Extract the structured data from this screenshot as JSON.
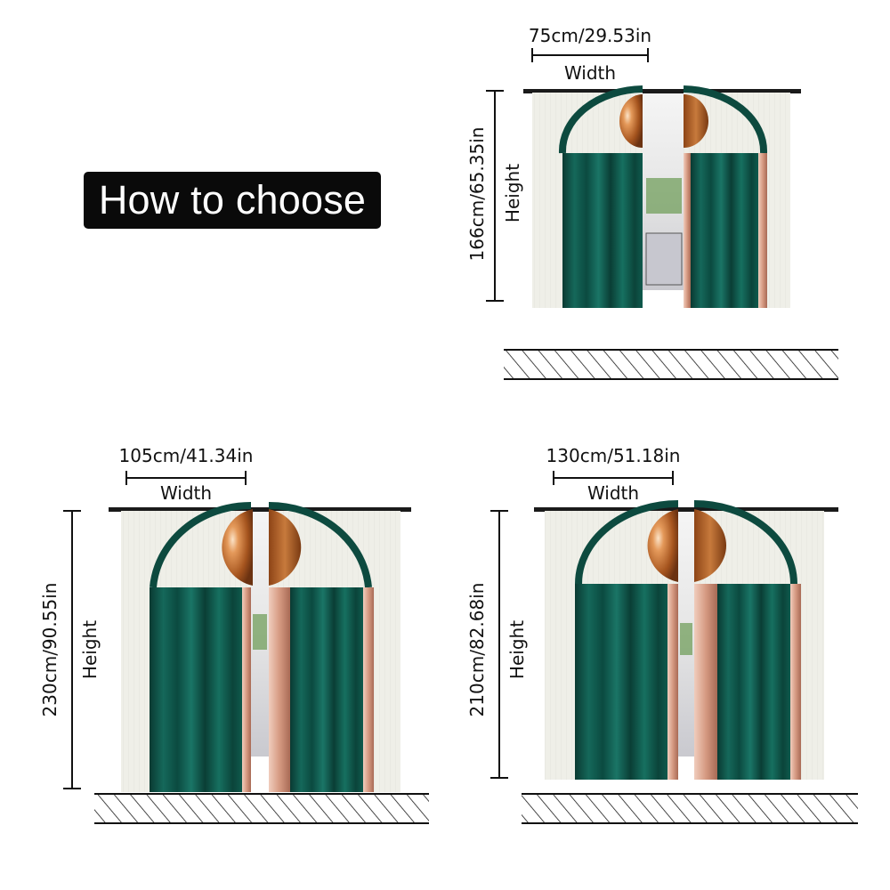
{
  "header": {
    "title": "How to choose"
  },
  "panels": [
    {
      "id": "small",
      "width_label": "75cm/29.53in",
      "width_caption": "Width",
      "height_label": "166cm/65.35in",
      "height_caption": "Height"
    },
    {
      "id": "large",
      "width_label": "105cm/41.34in",
      "width_caption": "Width",
      "height_label": "230cm/90.55in",
      "height_caption": "Height"
    },
    {
      "id": "medium",
      "width_label": "130cm/51.18in",
      "width_caption": "Width",
      "height_label": "210cm/82.68in",
      "height_caption": "Height"
    }
  ],
  "colors": {
    "teal": "#0d4a3f",
    "copper": "#b5672a",
    "cream": "#efefe9",
    "pink": "#d8a08a",
    "rod": "#1a1a1a"
  }
}
